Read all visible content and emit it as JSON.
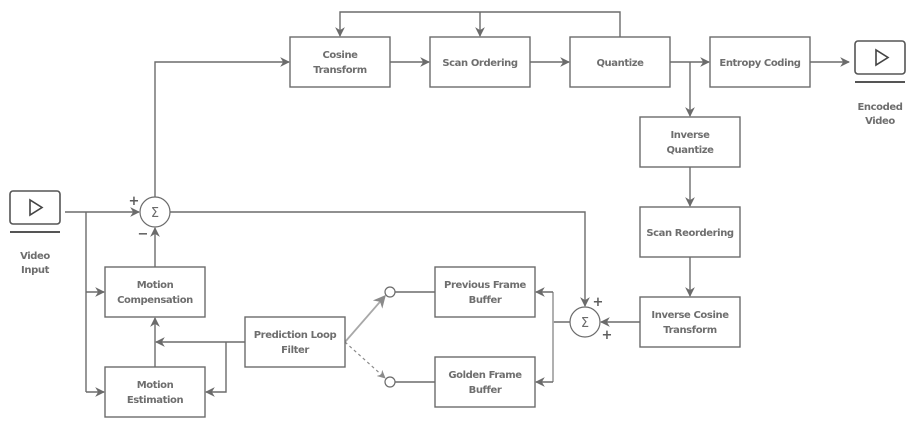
{
  "diagram": {
    "title": "Video Encoder Block Diagram",
    "colors": {
      "line": "#6b6b6b",
      "text": "#6e6e6e",
      "light_line": "#a8a8a8",
      "background": "#ffffff"
    },
    "io": {
      "input": {
        "label_line1": "Video",
        "label_line2": "Input",
        "icon": "play-icon"
      },
      "output": {
        "label_line1": "Encoded",
        "label_line2": "Video",
        "icon": "play-icon"
      }
    },
    "blocks": {
      "cosine_transform": {
        "line1": "Cosine",
        "line2": "Transform"
      },
      "scan_ordering": {
        "line1": "Scan Ordering"
      },
      "quantize": {
        "line1": "Quantize"
      },
      "entropy_coding": {
        "line1": "Entropy Coding"
      },
      "inverse_quantize": {
        "line1": "Inverse",
        "line2": "Quantize"
      },
      "scan_reordering": {
        "line1": "Scan Reordering"
      },
      "inverse_cosine": {
        "line1": "Inverse Cosine",
        "line2": "Transform"
      },
      "previous_frame": {
        "line1": "Previous Frame",
        "line2": "Buffer"
      },
      "golden_frame": {
        "line1": "Golden Frame",
        "line2": "Buffer"
      },
      "prediction_loop": {
        "line1": "Prediction Loop",
        "line2": "Filter"
      },
      "motion_compensation": {
        "line1": "Motion",
        "line2": "Compensation"
      },
      "motion_estimation": {
        "line1": "Motion",
        "line2": "Estimation"
      }
    },
    "summers": {
      "sum1": {
        "symbol": "Σ",
        "sign_top": "+",
        "sign_bottom": "−"
      },
      "sum2": {
        "symbol": "Σ",
        "sign_top": "+",
        "sign_bottom": "+"
      }
    }
  }
}
